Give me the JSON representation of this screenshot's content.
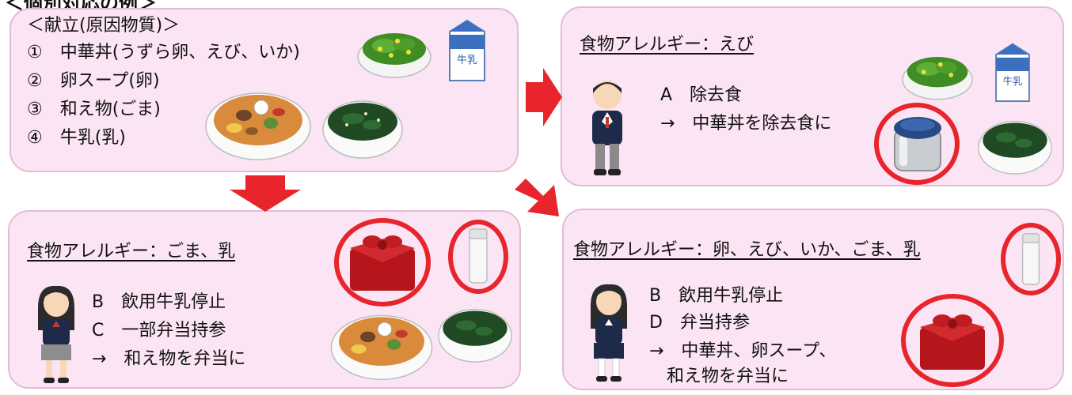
{
  "heading": "＜個別対応の例＞",
  "menu": {
    "title": "＜献立(原因物質)＞",
    "items": [
      "①　中華丼(うずら卵、えび、いか)",
      "②　卵スープ(卵)",
      "③　和え物(ごま)",
      "④　牛乳(乳)"
    ]
  },
  "case_shrimp": {
    "allergy": "食物アレルギー：えび",
    "lines": [
      "A　除去食",
      "→　中華丼を除去食に"
    ]
  },
  "case_sesame_milk": {
    "allergy": "食物アレルギー：ごま、乳",
    "lines": [
      "B　飲用牛乳停止",
      "C　一部弁当持参",
      "→　和え物を弁当に"
    ]
  },
  "case_multi": {
    "allergy": "食物アレルギー：卵、えび、いか、ごま、乳",
    "lines": [
      "B　飲用牛乳停止",
      "D　弁当持参",
      "→　中華丼、卵スープ、",
      "　和え物を弁当に"
    ]
  },
  "milk_carton_label": "牛乳",
  "colors": {
    "panel": "#fbe4f4",
    "panel_border": "#e2bcd6",
    "arrow": "#e8242c",
    "highlight_ring": "#e8242c"
  },
  "icons": [
    "greens-salad-bowl",
    "milk-carton",
    "chuka-don-bowl",
    "wakame-soup-bowl",
    "food-thermos",
    "furoshiki-lunch-box",
    "water-bottle",
    "student-boy",
    "student-girl"
  ]
}
